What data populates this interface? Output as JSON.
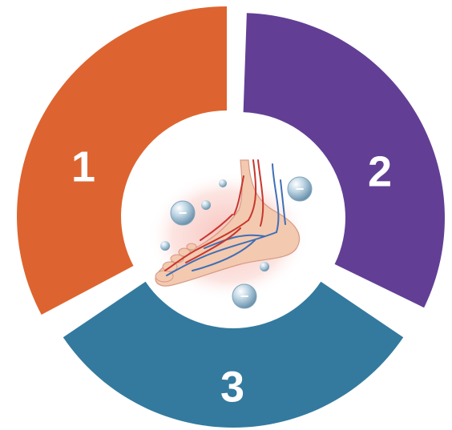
{
  "segments": [
    {
      "label": "1",
      "color": "#dd6430"
    },
    {
      "label": "2",
      "color": "#623f95"
    },
    {
      "label": "3",
      "color": "#337a9e"
    }
  ],
  "center": {
    "image": "foot-circulation-illustration",
    "bubble_symbol": "−"
  }
}
